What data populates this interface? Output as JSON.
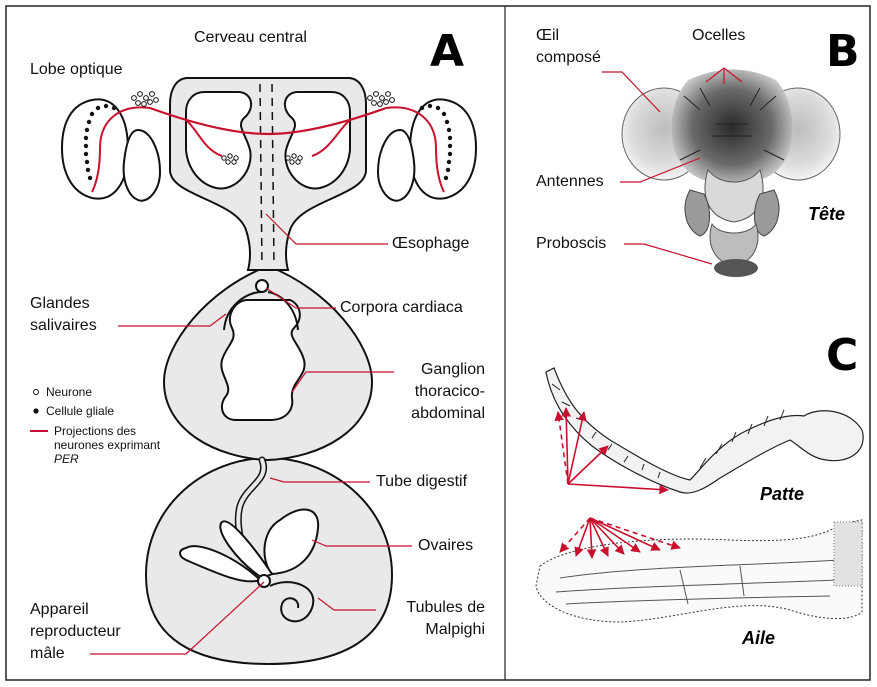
{
  "panels": {
    "a": "A",
    "b": "B",
    "c": "C"
  },
  "labels": {
    "cerveau_central": "Cerveau central",
    "lobe_optique": "Lobe optique",
    "oesophage": "Œsophage",
    "glandes_1": "Glandes",
    "glandes_2": "salivaires",
    "corpora_cardiaca": "Corpora cardiaca",
    "ganglion_1": "Ganglion",
    "ganglion_2": "thoracico-",
    "ganglion_3": "abdominal",
    "tube_digestif": "Tube digestif",
    "ovaires": "Ovaires",
    "tubules_1": "Tubules de",
    "tubules_2": "Malpighi",
    "appareil_1": "Appareil",
    "appareil_2": "reproducteur",
    "appareil_3": "mâle",
    "oeil_1": "Œil",
    "oeil_2": "composé",
    "ocelles": "Ocelles",
    "antennes": "Antennes",
    "proboscis": "Proboscis"
  },
  "organs": {
    "tete": "Tête",
    "patte": "Patte",
    "aile": "Aile"
  },
  "legend": {
    "neurone": "Neurone",
    "cellule_gliale": "Cellule gliale",
    "projections_1": "Projections des",
    "projections_2": "neurones exprimant",
    "projections_3": "PER"
  },
  "colors": {
    "projection": "#c8102e",
    "outline": "#111111",
    "organ_fill": "#e9e9e9",
    "background": "#ffffff"
  }
}
